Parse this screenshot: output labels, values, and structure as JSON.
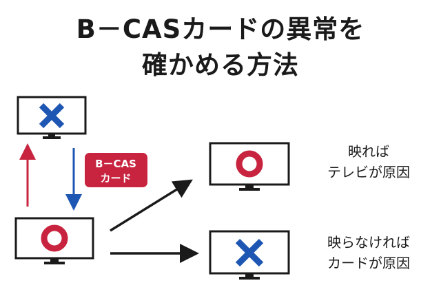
{
  "title": {
    "line1": "B－CASカードの異常を",
    "line2": "確かめる方法"
  },
  "badge": {
    "line1": "B－CAS",
    "line2": "カード"
  },
  "outcomes": {
    "top": {
      "line1": "映れば",
      "line2": "テレビが原因"
    },
    "bottom": {
      "line1": "映らなければ",
      "line2": "カードが原因"
    }
  },
  "colors": {
    "accent_red": "#c8243f",
    "accent_blue": "#1e56b3",
    "text": "#1a1a1a"
  },
  "icons": [
    "tv-icon",
    "cross-icon",
    "circle-icon",
    "arrow-icon"
  ]
}
